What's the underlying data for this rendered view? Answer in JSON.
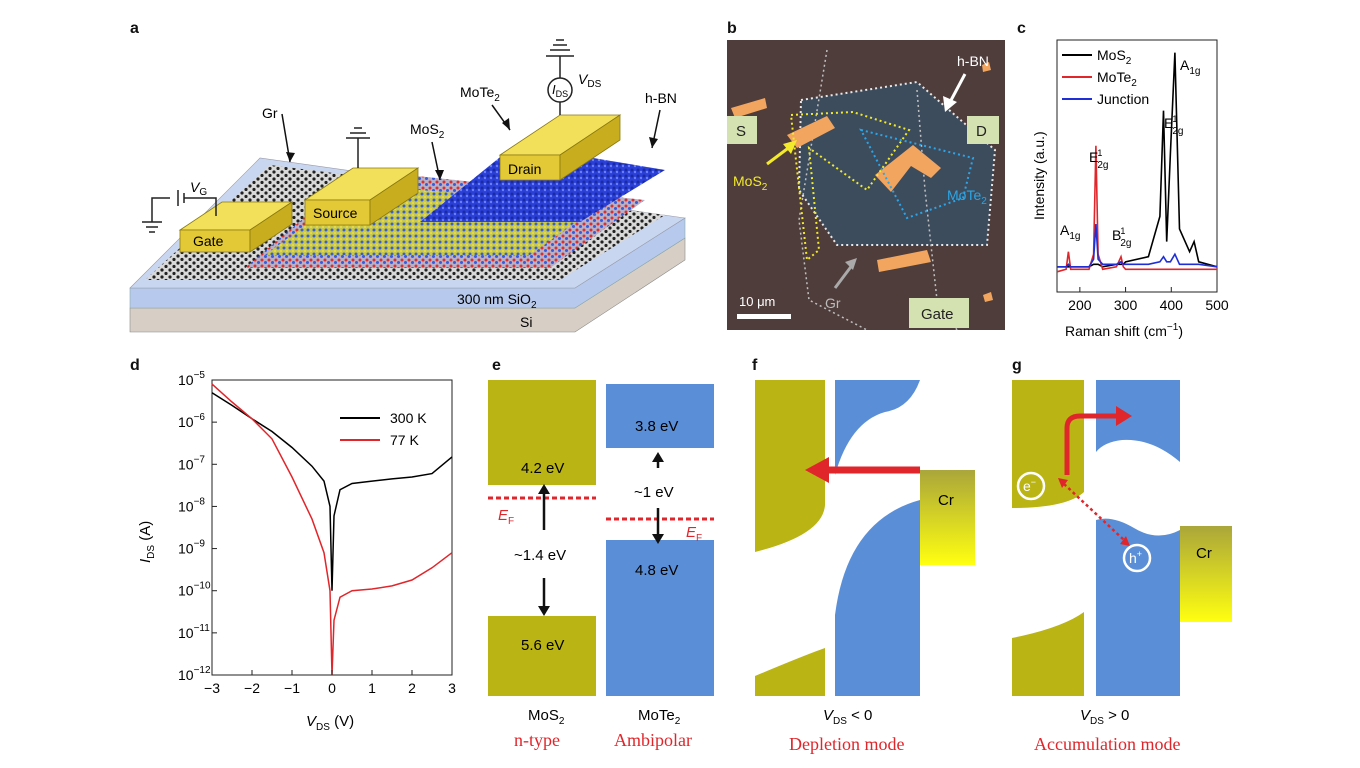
{
  "panels": {
    "a": {
      "letter": "a",
      "labels": {
        "gr": "Gr",
        "mos2": "MoS",
        "mote2": "MoTe",
        "sub2": "2",
        "hbn": "h-BN",
        "gate": "Gate",
        "source": "Source",
        "drain": "Drain",
        "vg": "V",
        "vg_sub": "G",
        "vds": "V",
        "vds_sub": "DS",
        "ids": "I",
        "ids_sub": "DS",
        "sio2": "300 nm SiO",
        "si": "Si"
      }
    },
    "b": {
      "letter": "b",
      "labels": {
        "s": "S",
        "d": "D",
        "hbn": "h-BN",
        "mos2": "MoS",
        "mote2": "MoTe",
        "sub2": "2",
        "gr": "Gr",
        "gate": "Gate",
        "scalebar": "10 μm"
      }
    },
    "c": {
      "letter": "c",
      "xlabel": "Raman shift (cm",
      "xlabel_sup": "−1",
      "xlabel_close": ")",
      "ylabel": "Intensity (a.u.)",
      "peak_labels": {
        "a1g": "A",
        "a1g_sub": "1g",
        "e2g": "E",
        "e2g_sup": "1",
        "e2g_sub": "2g",
        "b2g": "B",
        "b2g_sup": "1",
        "b2g_sub": "2g"
      }
    },
    "d": {
      "letter": "d",
      "xlabel": "V",
      "xlabel_sub": "DS",
      "xlabel_unit": " (V)",
      "ylabel": "I",
      "ylabel_sub": "DS",
      "ylabel_unit": " (A)"
    },
    "e": {
      "letter": "e",
      "mos2_cb": "4.2 eV",
      "mos2_vb": "5.6 eV",
      "mos2_gap": "~1.4 eV",
      "mote2_cb": "3.8 eV",
      "mote2_vb": "4.8 eV",
      "mote2_gap": "~1 eV",
      "ef": "E",
      "ef_sub": "F",
      "mos2_name": "MoS",
      "mote2_name": "MoTe",
      "sub2": "2",
      "mos2_type": "n-type",
      "mote2_type": "Ambipolar"
    },
    "f": {
      "letter": "f",
      "cr": "Cr",
      "bias": "V",
      "bias_sub": "DS",
      "bias_rel": " < 0",
      "mode": "Depletion mode"
    },
    "g": {
      "letter": "g",
      "cr": "Cr",
      "electron": "e",
      "electron_sup": "−",
      "hole": "h",
      "hole_sup": "+",
      "bias": "V",
      "bias_sub": "DS",
      "bias_rel": " > 0",
      "mode": "Accumulation mode"
    }
  },
  "chart_data": [
    {
      "type": "line",
      "panel": "c",
      "x": [
        150,
        170,
        175,
        180,
        220,
        230,
        235,
        240,
        250,
        280,
        290,
        295,
        300,
        350,
        375,
        383,
        390,
        398,
        408,
        418,
        440,
        450,
        460,
        500
      ],
      "series": [
        {
          "name": "MoS2",
          "color": "#000000",
          "values": [
            0.1,
            0.1,
            0.1,
            0.1,
            0.1,
            0.11,
            0.11,
            0.11,
            0.1,
            0.11,
            0.11,
            0.11,
            0.12,
            0.14,
            0.3,
            0.72,
            0.2,
            0.55,
            0.95,
            0.25,
            0.16,
            0.2,
            0.12,
            0.1
          ]
        },
        {
          "name": "MoTe2",
          "color": "#e0262b",
          "values": [
            0.08,
            0.09,
            0.16,
            0.09,
            0.09,
            0.15,
            0.58,
            0.15,
            0.09,
            0.1,
            0.14,
            0.1,
            0.09,
            0.09,
            0.09,
            0.09,
            0.09,
            0.09,
            0.09,
            0.09,
            0.09,
            0.09,
            0.09,
            0.09
          ]
        },
        {
          "name": "Junction",
          "color": "#1f2fd6",
          "values": [
            0.1,
            0.1,
            0.11,
            0.1,
            0.1,
            0.13,
            0.27,
            0.13,
            0.11,
            0.11,
            0.12,
            0.11,
            0.11,
            0.11,
            0.12,
            0.14,
            0.12,
            0.12,
            0.15,
            0.11,
            0.11,
            0.11,
            0.11,
            0.1
          ]
        }
      ],
      "xlim": [
        150,
        500
      ],
      "xticks": [
        "200",
        "300",
        "400",
        "500"
      ],
      "xtick_values": [
        200,
        300,
        400,
        500
      ],
      "legend": [
        "MoS",
        "MoTe",
        "Junction"
      ],
      "legend_position": "top-left"
    },
    {
      "type": "line",
      "panel": "d",
      "yscale": "log",
      "x": [
        -3,
        -2.5,
        -2,
        -1.5,
        -1,
        -0.5,
        -0.2,
        -0.05,
        0,
        0.05,
        0.2,
        0.5,
        1,
        1.5,
        2,
        2.5,
        3
      ],
      "series": [
        {
          "name": "300 K",
          "color": "#000000",
          "values": [
            5e-06,
            2.5e-06,
            1.2e-06,
            6e-07,
            2.5e-07,
            9e-08,
            4e-08,
            1e-08,
            1e-10,
            6e-09,
            2.5e-08,
            3.5e-08,
            4e-08,
            4.5e-08,
            5e-08,
            6e-08,
            1.5e-07
          ]
        },
        {
          "name": "77 K",
          "color": "#e0262b",
          "values": [
            8e-06,
            3e-06,
            1.2e-06,
            4e-07,
            5e-08,
            5e-09,
            8e-10,
            1e-10,
            1e-12,
            2e-11,
            7e-11,
            1e-10,
            1.1e-10,
            1.3e-10,
            1.8e-10,
            3.5e-10,
            8e-10
          ]
        }
      ],
      "xlim": [
        -3,
        3
      ],
      "ylim": [
        1e-12,
        1e-05
      ],
      "xticks": [
        "−3",
        "−2",
        "−1",
        "0",
        "1",
        "2",
        "3"
      ],
      "xtick_values": [
        -3,
        -2,
        -1,
        0,
        1,
        2,
        3
      ],
      "yticks": [
        "10",
        "10",
        "10",
        "10",
        "10",
        "10",
        "10",
        "10"
      ],
      "ytick_exponents": [
        "−12",
        "−11",
        "−10",
        "−9",
        "−8",
        "−7",
        "−6",
        "−5"
      ],
      "ytick_values": [
        -12,
        -11,
        -10,
        -9,
        -8,
        -7,
        -6,
        -5
      ],
      "legend_position": "top-right"
    }
  ]
}
